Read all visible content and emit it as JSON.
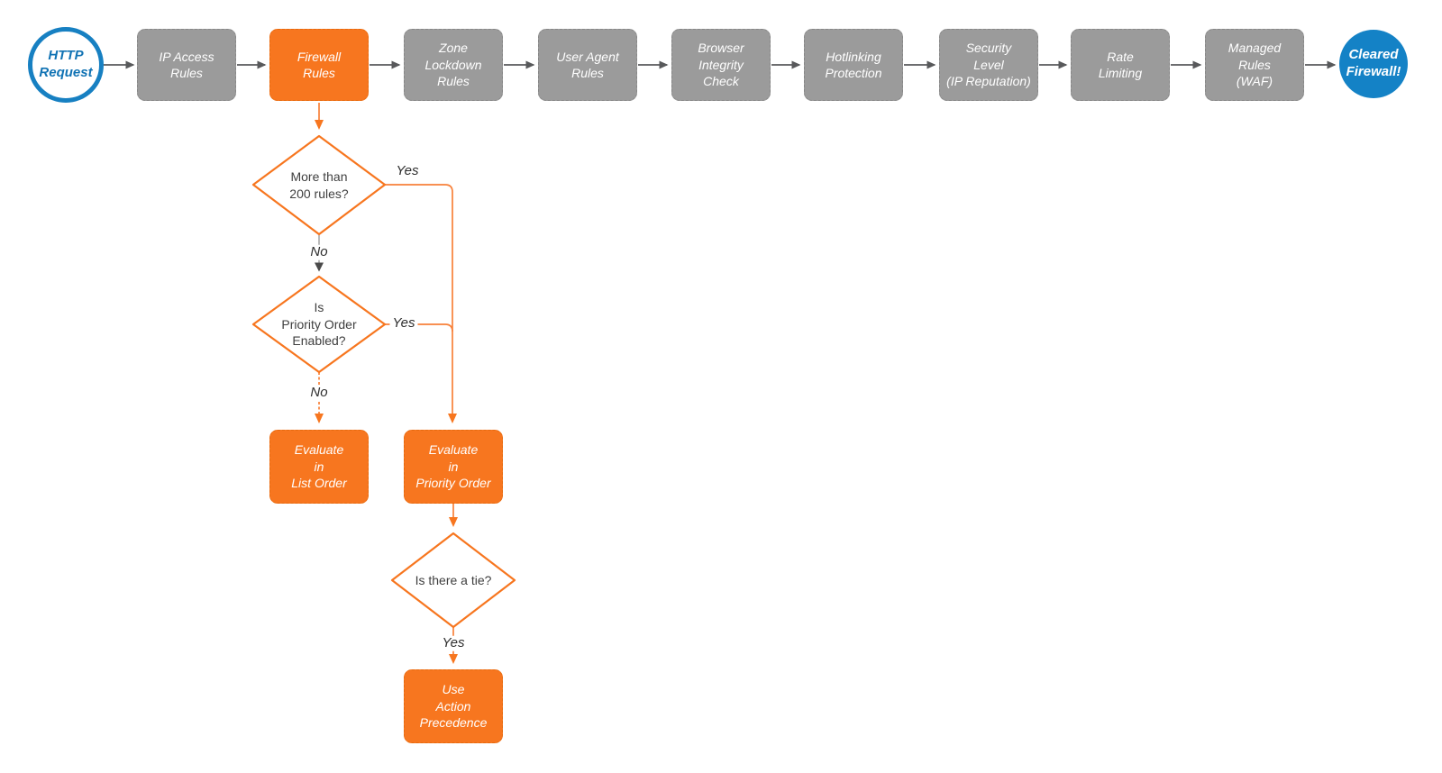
{
  "pipeline": [
    {
      "id": "http-request",
      "label": "HTTP\nRequest"
    },
    {
      "id": "ip-access-rules",
      "label": "IP Access\nRules"
    },
    {
      "id": "firewall-rules",
      "label": "Firewall\nRules"
    },
    {
      "id": "zone-lockdown-rules",
      "label": "Zone\nLockdown\nRules"
    },
    {
      "id": "user-agent-rules",
      "label": "User Agent\nRules"
    },
    {
      "id": "browser-integrity-check",
      "label": "Browser\nIntegrity\nCheck"
    },
    {
      "id": "hotlinking-protection",
      "label": "Hotlinking\nProtection"
    },
    {
      "id": "security-level",
      "label": "Security\nLevel\n(IP Reputation)"
    },
    {
      "id": "rate-limiting",
      "label": "Rate\nLimiting"
    },
    {
      "id": "managed-rules-waf",
      "label": "Managed\nRules\n(WAF)"
    },
    {
      "id": "cleared-firewall",
      "label": "Cleared\nFirewall!"
    }
  ],
  "branch": {
    "decisions": [
      {
        "id": "more-than-200-rules",
        "label": "More than\n200 rules?"
      },
      {
        "id": "priority-order-enabled",
        "label": "Is\nPriority Order\nEnabled?"
      },
      {
        "id": "is-there-a-tie",
        "label": "Is there a tie?"
      }
    ],
    "actions": [
      {
        "id": "evaluate-list-order",
        "label": "Evaluate\nin\nList Order"
      },
      {
        "id": "evaluate-priority-order",
        "label": "Evaluate\nin\nPriority Order"
      },
      {
        "id": "use-action-precedence",
        "label": "Use\nAction\nPrecedence"
      }
    ],
    "edge_labels": [
      {
        "id": "yes-more-200",
        "label": "Yes"
      },
      {
        "id": "no-more-200",
        "label": "No"
      },
      {
        "id": "yes-priority-enabled",
        "label": "Yes"
      },
      {
        "id": "no-priority-enabled",
        "label": "No"
      },
      {
        "id": "yes-tie",
        "label": "Yes"
      }
    ]
  },
  "colors": {
    "accent_orange": "#f7761f",
    "node_gray": "#9b9b9b",
    "brand_blue_outline": "#1780c2",
    "brand_blue_fill": "#1482c6",
    "connector_gray": "#58595b",
    "text_white": "#ffffff",
    "text_dark": "#3f3f3f"
  }
}
